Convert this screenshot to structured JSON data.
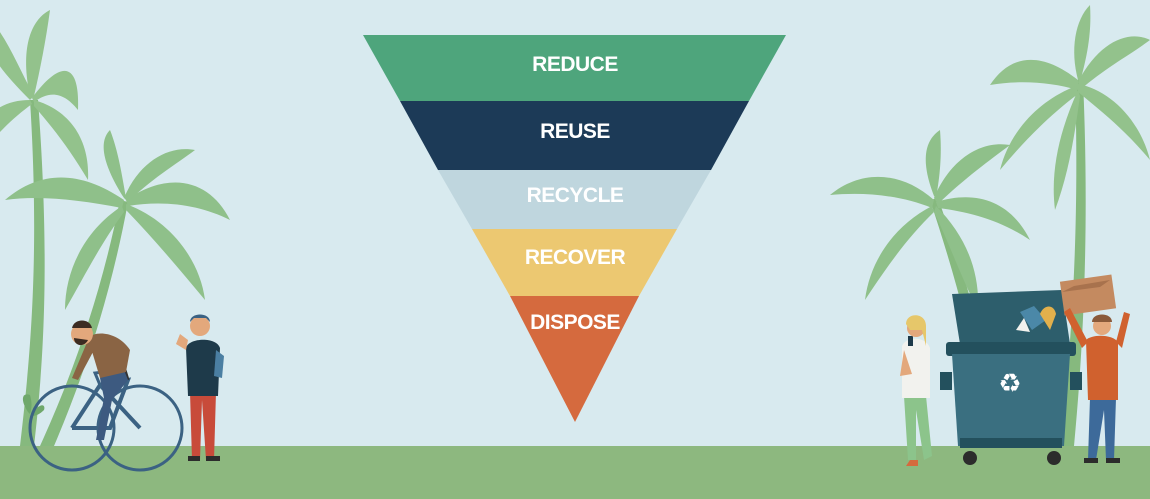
{
  "colors": {
    "sky": "#d8eaef",
    "ground": "#8db87f",
    "palm": "#8fc08a",
    "trunk": "#86b97e"
  },
  "hierarchy": {
    "tiers": [
      {
        "label": "REDUCE",
        "color": "#4ea57c"
      },
      {
        "label": "REUSE",
        "color": "#1c3a57"
      },
      {
        "label": "RECYCLE",
        "color": "#bfd6de"
      },
      {
        "label": "RECOVER",
        "color": "#ecc871"
      },
      {
        "label": "DISPOSE",
        "color": "#d56a3e"
      }
    ]
  },
  "icons": {
    "bin_symbol": "recycle-icon"
  }
}
